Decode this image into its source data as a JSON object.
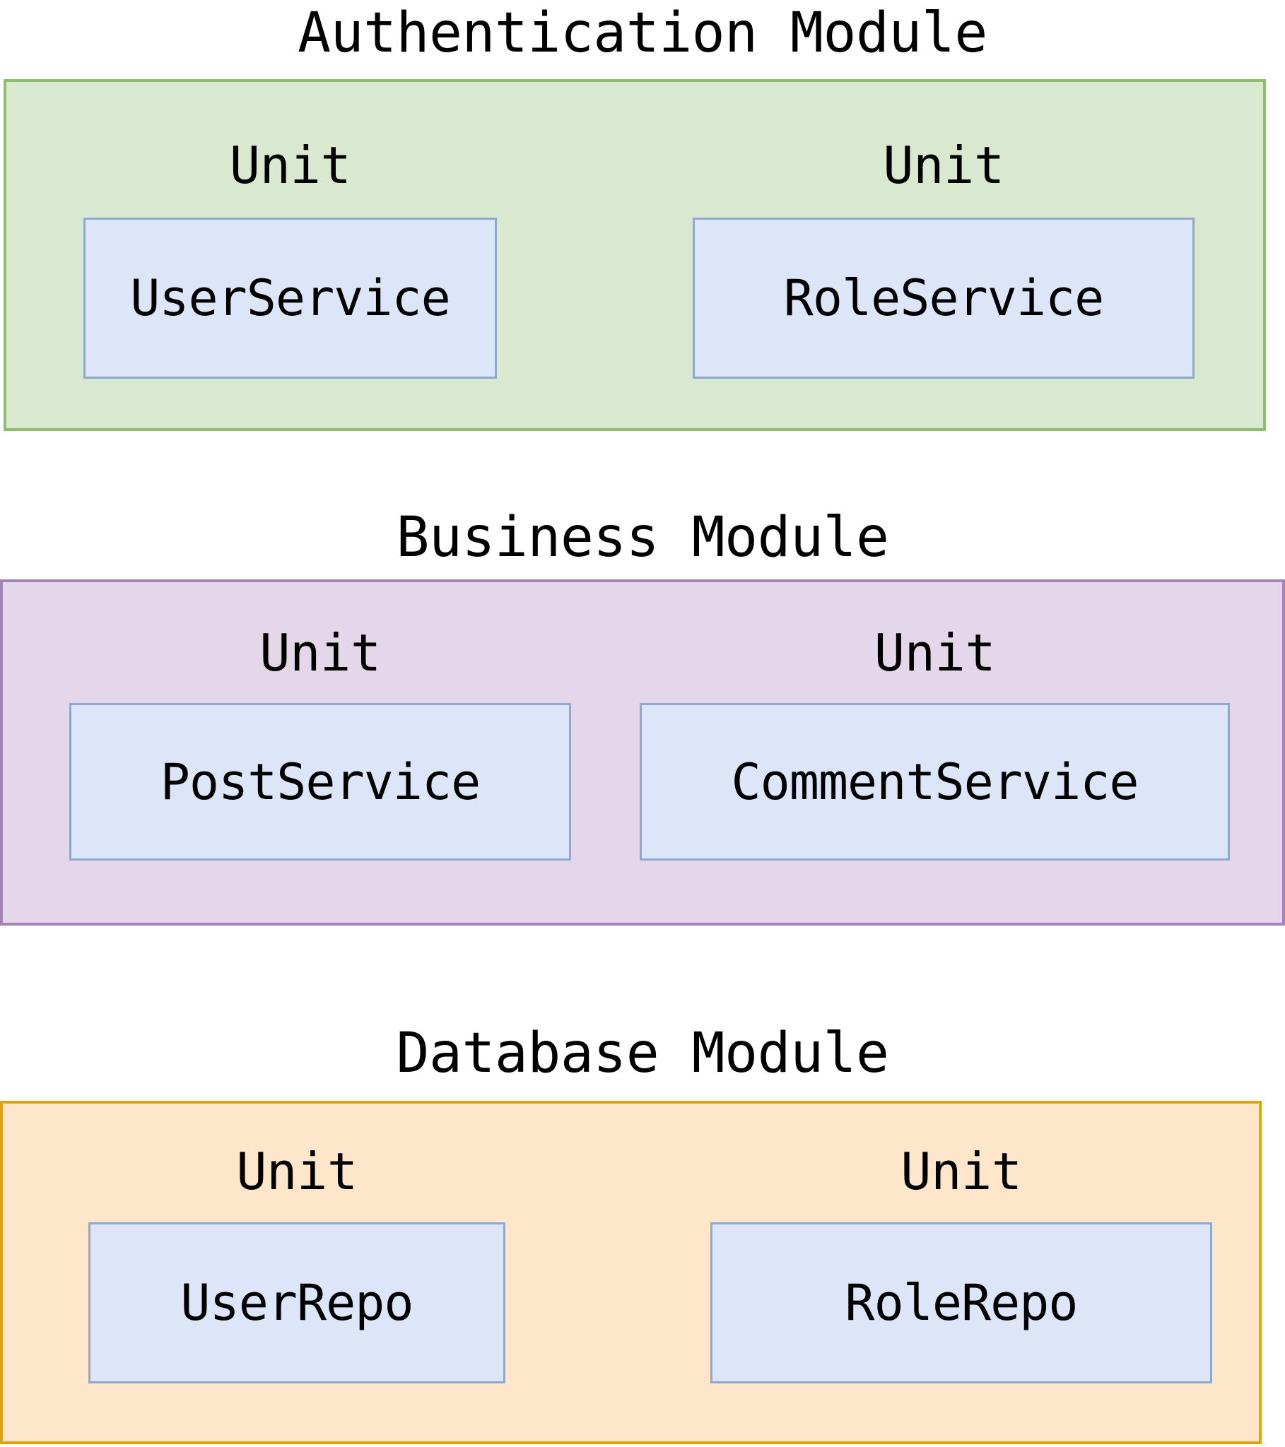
{
  "diagram": {
    "type": "nested-cluster-diagram",
    "background_color": "#ffffff",
    "node_fill": "#dde6f8",
    "node_border": "#8fa8d0",
    "unit_label": "Unit",
    "modules": [
      {
        "title": "Authentication Module",
        "fill": "#d9e9d0",
        "border": "#8cbf6e",
        "units": [
          {
            "label": "Unit",
            "node": "UserService"
          },
          {
            "label": "Unit",
            "node": "RoleService"
          }
        ]
      },
      {
        "title": "Business Module",
        "fill": "#e4d7e9",
        "border": "#a483bc",
        "units": [
          {
            "label": "Unit",
            "node": "PostService"
          },
          {
            "label": "Unit",
            "node": "CommentService"
          }
        ]
      },
      {
        "title": "Database Module",
        "fill": "#fde6ca",
        "border": "#e0a608",
        "units": [
          {
            "label": "Unit",
            "node": "UserRepo"
          },
          {
            "label": "Unit",
            "node": "RoleRepo"
          }
        ]
      }
    ]
  }
}
